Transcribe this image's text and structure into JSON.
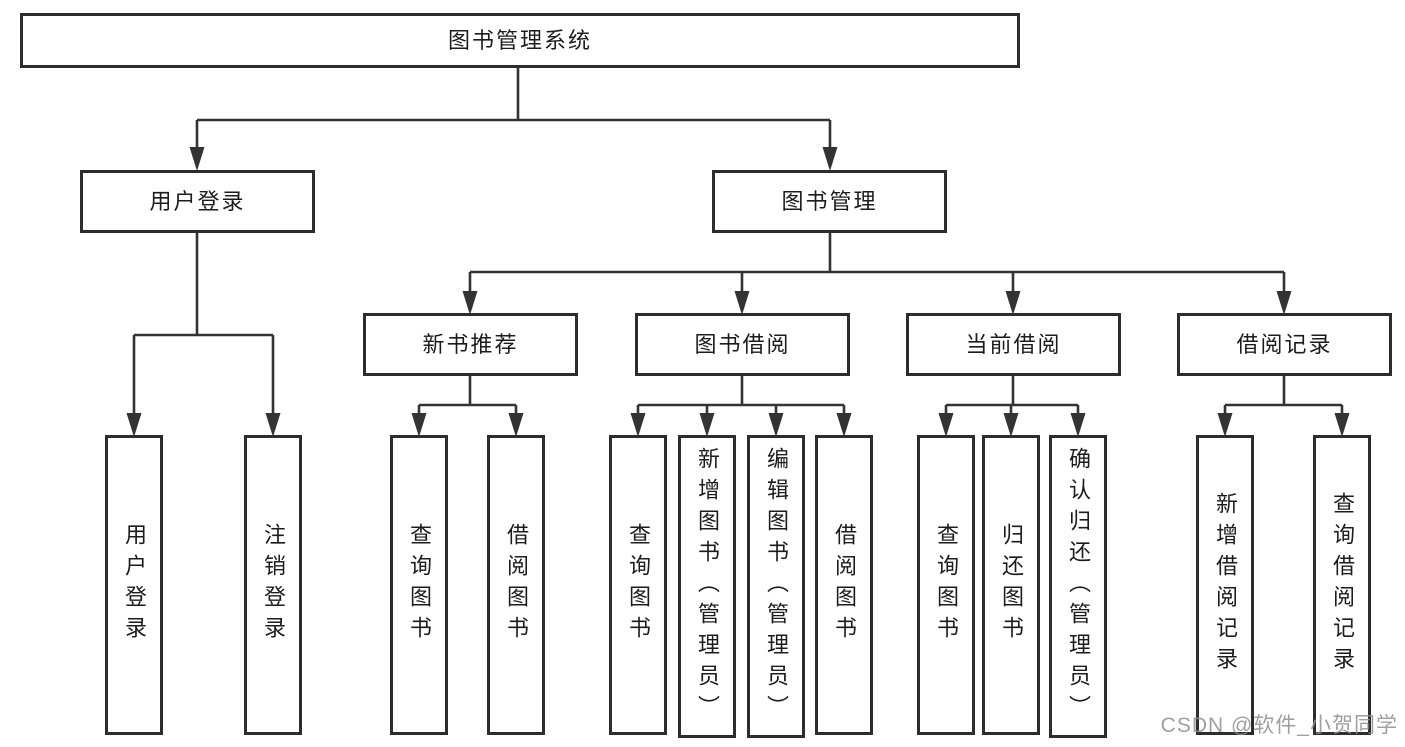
{
  "nodes": {
    "root": "图书管理系统",
    "user_login": "用户登录",
    "book_management": "图书管理",
    "new_book_recommend": "新书推荐",
    "book_borrowing": "图书借阅",
    "current_borrowing": "当前借阅",
    "borrowing_records": "借阅记录",
    "leaf_user_login": "用户登录",
    "leaf_logout": "注销登录",
    "leaf_nb_query_books": "查询图书",
    "leaf_nb_borrow_books": "借阅图书",
    "leaf_bb_query_books": "查询图书",
    "leaf_bb_add_books": "新增图书（管理员）",
    "leaf_bb_edit_books": "编辑图书（管理员）",
    "leaf_bb_borrow_books": "借阅图书",
    "leaf_cb_query_books": "查询图书",
    "leaf_cb_return_books": "归还图书",
    "leaf_cb_confirm_return": "确认归还（管理员）",
    "leaf_br_add_record": "新增借阅记录",
    "leaf_br_query_record": "查询借阅记录"
  },
  "watermark": "CSDN @软件_小贺同学",
  "colors": {
    "line": "#333333",
    "border": "#2d2d2d",
    "text": "#1c1c1c",
    "watermark": "#8f8f8f",
    "background": "#ffffff"
  }
}
